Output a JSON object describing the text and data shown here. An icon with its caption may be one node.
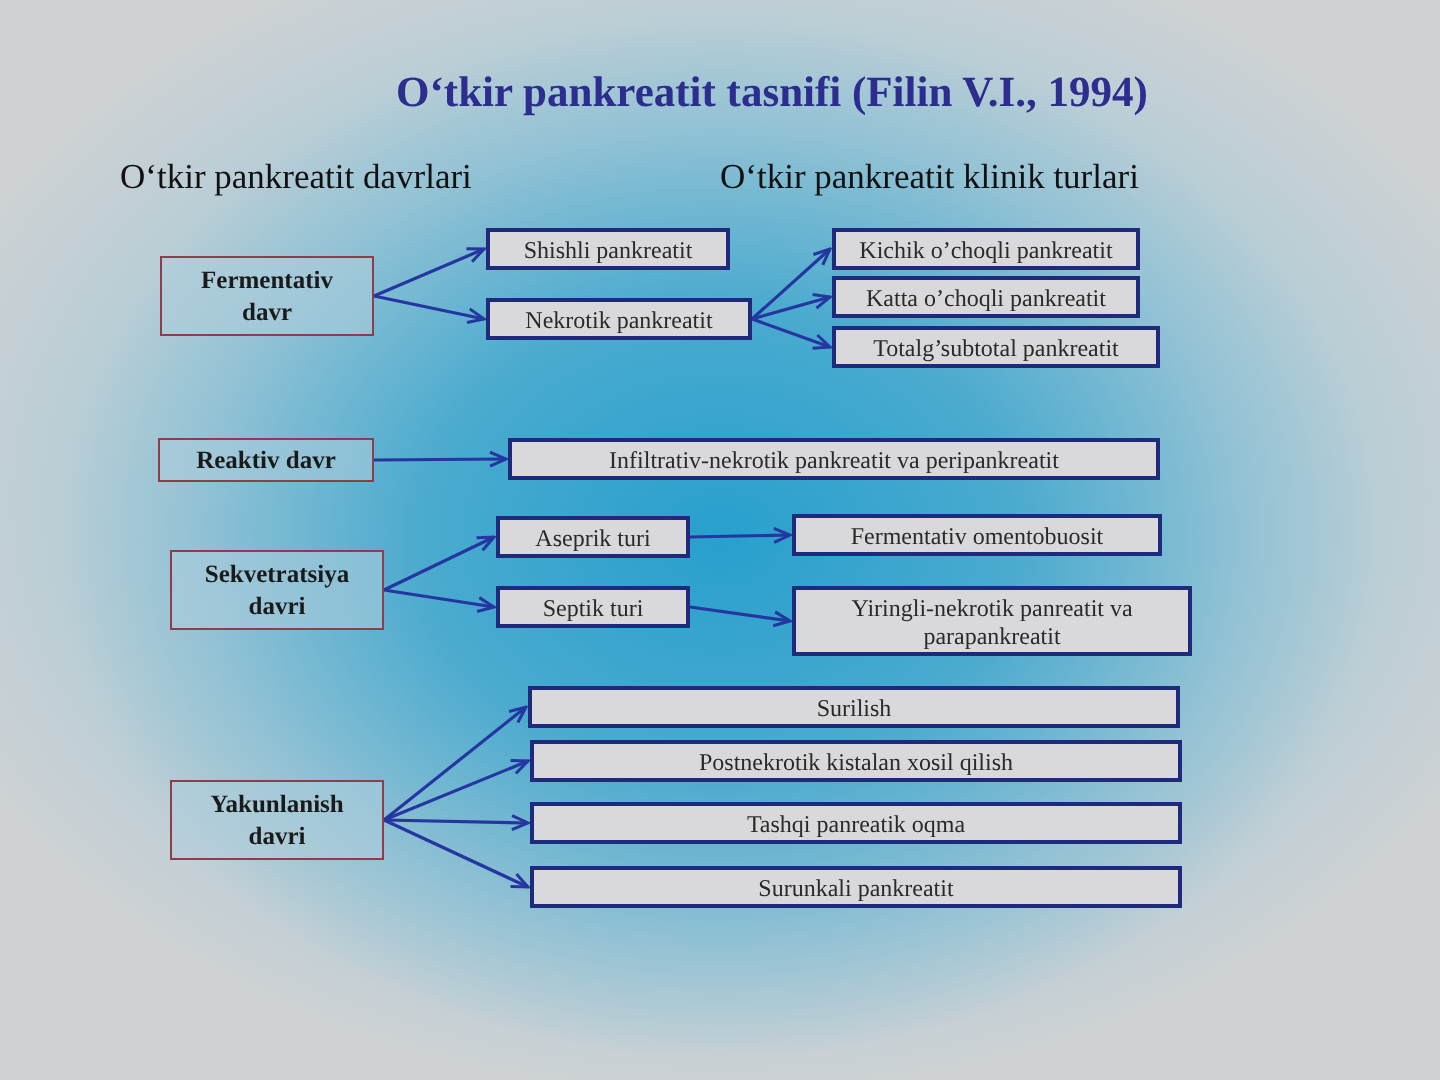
{
  "diagram": {
    "title": "O‘tkir pankreatit tasnifi (Filin V.I., 1994)",
    "nodes": [
      {
        "text": [
          "Fermentativ davr"
        ]
      },
      {
        "text": [
          "Shishli pankreatit"
        ]
      },
      {
        "text": [
          "Nekrotik pankreatit"
        ]
      },
      {
        "text": [
          "Kichik o’choqli pankreatit"
        ]
      },
      {
        "text": [
          "Katta o’choqli pankreatit"
        ]
      },
      {
        "text": [
          "Totalg’subtotal pankreatit"
        ]
      },
      {
        "text": [
          "Reaktiv davr"
        ]
      },
      {
        "text": [
          "Infiltrativ-nekrotik pankreatit va peripankreatit"
        ]
      },
      {
        "text": [
          "Sekvetratsiya davri"
        ]
      },
      {
        "text": [
          "Aseprik turi"
        ]
      },
      {
        "text": [
          "Fermentativ omentobuosit"
        ]
      },
      {
        "text": [
          "Septik turi"
        ]
      },
      {
        "text": [
          "Yiringli-nekrotik panreatit va parapankreatit"
        ]
      },
      {
        "text": [
          "Yakunlanish davri"
        ]
      },
      {
        "text": [
          "Surilish"
        ]
      },
      {
        "text": [
          "Postnekrotik kistalan xosil qilish"
        ]
      },
      {
        "text": [
          "Tashqi panreatik oqma"
        ]
      },
      {
        "text": [
          "Surunkali pankreatit"
        ]
      }
    ],
    "edges": [
      {
        "from": 0,
        "to": 1,
        "arrow": "to"
      },
      {
        "from": 0,
        "to": 2,
        "arrow": "to"
      },
      {
        "from": 2,
        "to": 3,
        "arrow": "to"
      },
      {
        "from": 2,
        "to": 4,
        "arrow": "to"
      },
      {
        "from": 2,
        "to": 5,
        "arrow": "to"
      },
      {
        "from": 6,
        "to": 7,
        "arrow": "to"
      },
      {
        "from": 8,
        "to": 9,
        "arrow": "to"
      },
      {
        "from": 8,
        "to": 11,
        "arrow": "to"
      },
      {
        "from": 9,
        "to": 10,
        "arrow": "to"
      },
      {
        "from": 11,
        "to": 12,
        "arrow": "to"
      },
      {
        "from": 13,
        "to": 14,
        "arrow": "to"
      },
      {
        "from": 13,
        "to": 15,
        "arrow": "to"
      },
      {
        "from": 13,
        "to": 16,
        "arrow": "to"
      },
      {
        "from": 13,
        "to": 17,
        "arrow": "to"
      }
    ],
    "labels": [
      "O‘tkir pankreatit davrlari",
      "O‘tkir pankreatit klinik turlari"
    ]
  }
}
